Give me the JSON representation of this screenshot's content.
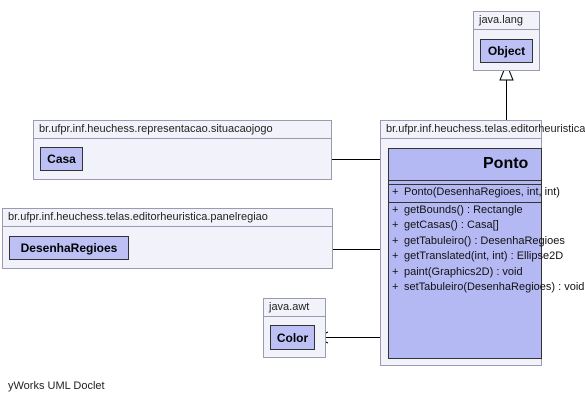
{
  "packages": {
    "java_lang": "java.lang",
    "situacaojogo": "br.ufpr.inf.heuchess.representacao.situacaojogo",
    "panelregiao": "br.ufpr.inf.heuchess.telas.editorheuristica.panelregiao",
    "java_awt": "java.awt",
    "telas": "br.ufpr.inf.heuchess.telas.editorheuristica"
  },
  "classes": {
    "object": "Object",
    "casa": "Casa",
    "desenha_regioes": "DesenhaRegioes",
    "color": "Color"
  },
  "main_class": {
    "name": "Ponto",
    "constructor": {
      "visibility": "+",
      "signature": "Ponto(DesenhaRegioes, int, int)"
    },
    "methods": [
      {
        "visibility": "+",
        "signature": "getBounds() : Rectangle"
      },
      {
        "visibility": "+",
        "signature": "getCasas() : Casa[]"
      },
      {
        "visibility": "+",
        "signature": "getTabuleiro() : DesenhaRegioes"
      },
      {
        "visibility": "+",
        "signature": "getTranslated(int, int) : Ellipse2D"
      },
      {
        "visibility": "+",
        "signature": "paint(Graphics2D) : void"
      },
      {
        "visibility": "+",
        "signature": "setTabuleiro(DesenhaRegioes) : void"
      }
    ]
  },
  "relations": [
    {
      "from": "Ponto",
      "to": "Object",
      "kind": "generalization"
    },
    {
      "from": "Ponto",
      "to": "Casa",
      "kind": "association"
    },
    {
      "from": "Ponto",
      "to": "DesenhaRegioes",
      "kind": "association"
    },
    {
      "from": "Ponto",
      "to": "Color",
      "kind": "association"
    }
  ],
  "footer": "yWorks UML Doclet"
}
